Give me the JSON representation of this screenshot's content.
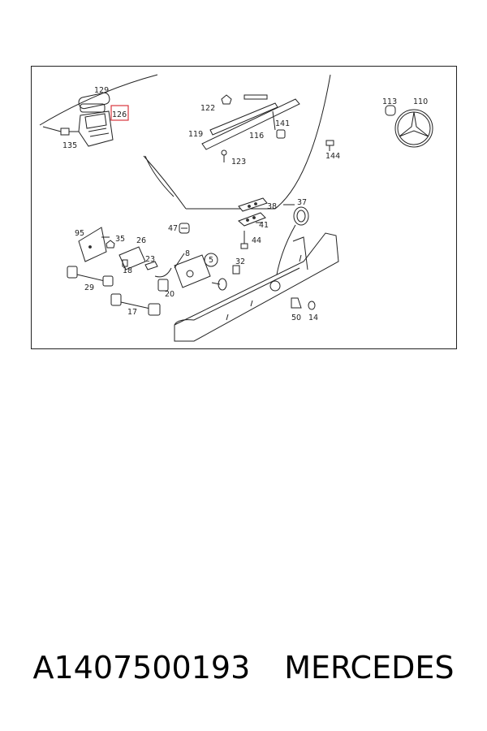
{
  "diagram": {
    "labels": [
      {
        "text": "129"
      },
      {
        "text": "126"
      },
      {
        "text": "135"
      },
      {
        "text": "122"
      },
      {
        "text": "119"
      },
      {
        "text": "116"
      },
      {
        "text": "141"
      },
      {
        "text": "123"
      },
      {
        "text": "144"
      },
      {
        "text": "113"
      },
      {
        "text": "110"
      },
      {
        "text": "38"
      },
      {
        "text": "41"
      },
      {
        "text": "37"
      },
      {
        "text": "44"
      },
      {
        "text": "47"
      },
      {
        "text": "95"
      },
      {
        "text": "35"
      },
      {
        "text": "26"
      },
      {
        "text": "23"
      },
      {
        "text": "8"
      },
      {
        "text": "5"
      },
      {
        "text": "32"
      },
      {
        "text": "18"
      },
      {
        "text": "20"
      },
      {
        "text": "29"
      },
      {
        "text": "17"
      },
      {
        "text": "50"
      },
      {
        "text": "14"
      }
    ],
    "highlighted_part": "126",
    "highlight_color": "#d9363e"
  },
  "caption": {
    "part_number": "A1407500193",
    "brand": "MERCEDES"
  }
}
